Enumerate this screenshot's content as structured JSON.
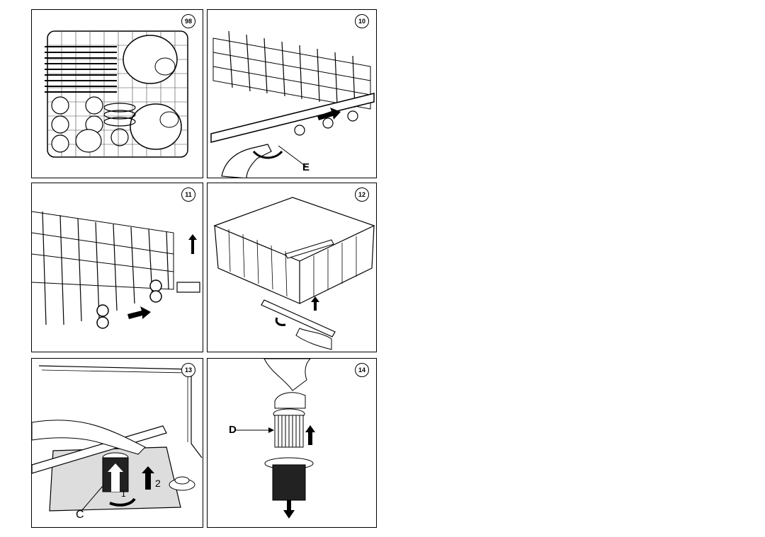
{
  "panels": [
    {
      "id": "p98",
      "number": "98",
      "caption": ""
    },
    {
      "id": "p10",
      "number": "10",
      "caption": "E"
    },
    {
      "id": "p11",
      "number": "11",
      "caption": ""
    },
    {
      "id": "p12",
      "number": "12",
      "caption": ""
    },
    {
      "id": "p13",
      "number": "13",
      "labels": {
        "c": "C",
        "one": "1",
        "two": "2"
      }
    },
    {
      "id": "p14",
      "number": "14",
      "caption": "D"
    }
  ]
}
